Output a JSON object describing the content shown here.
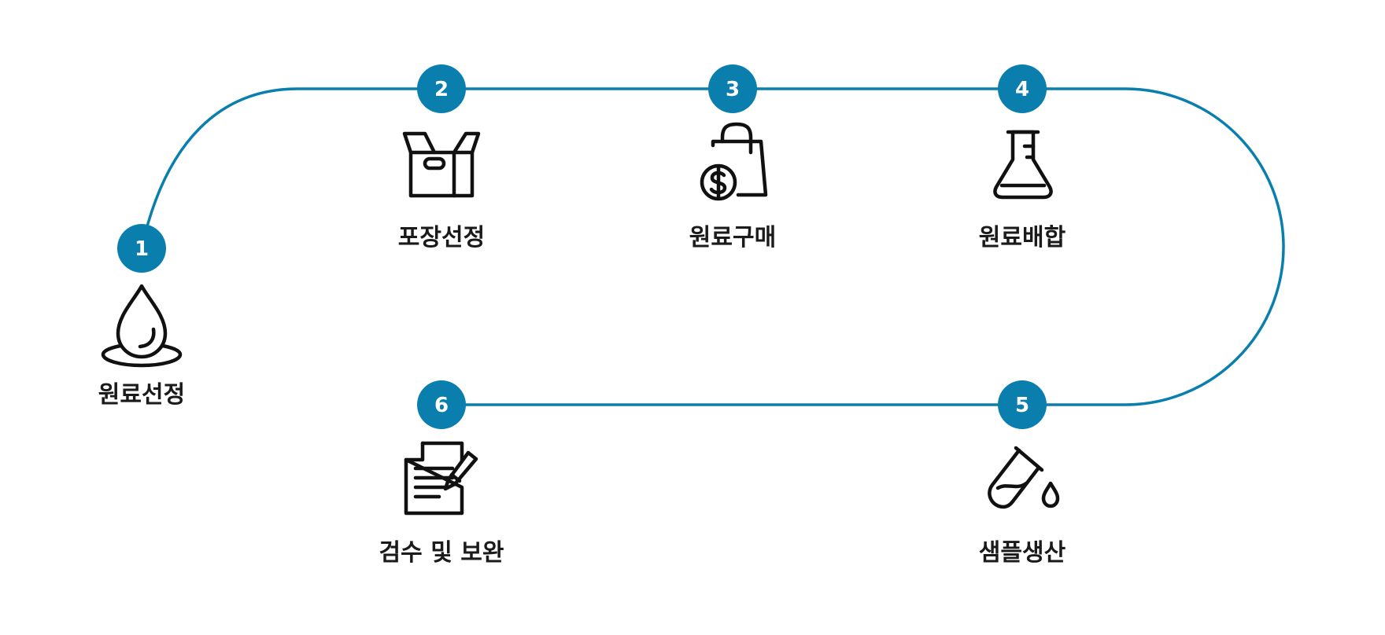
{
  "colors": {
    "accent": "#0a7fae",
    "icon": "#111111",
    "text": "#1a1a1a"
  },
  "steps": [
    {
      "number": "1",
      "label": "원료선정",
      "icon": "water-drop-icon"
    },
    {
      "number": "2",
      "label": "포장선정",
      "icon": "open-box-icon"
    },
    {
      "number": "3",
      "label": "원료구매",
      "icon": "shopping-bag-dollar-icon"
    },
    {
      "number": "4",
      "label": "원료배합",
      "icon": "flask-icon"
    },
    {
      "number": "5",
      "label": "샘플생산",
      "icon": "test-tube-drop-icon"
    },
    {
      "number": "6",
      "label": "검수 및 보완",
      "icon": "document-pen-icon"
    }
  ]
}
